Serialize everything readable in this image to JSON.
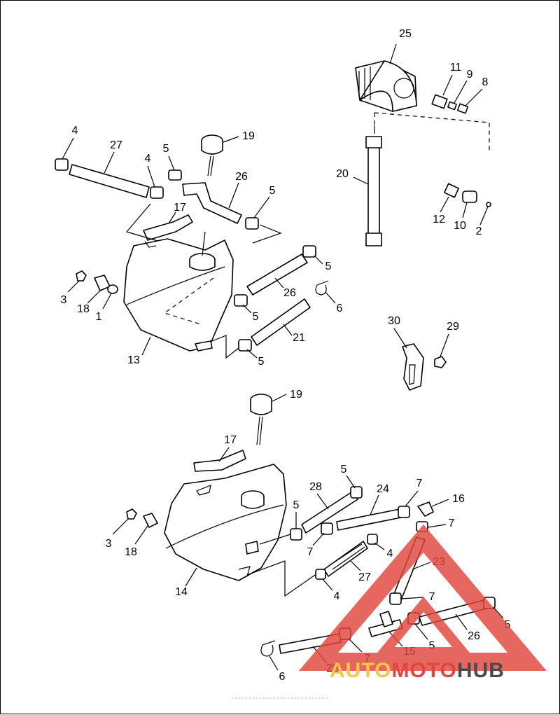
{
  "colors": {
    "line": "#000000",
    "watermark_red": "#e0463c",
    "watermark_yellow": "#f4c74a",
    "watermark_gray": "#4a4a4a"
  },
  "callouts": {
    "top": {
      "c25": "25",
      "c11": "11",
      "c9": "9",
      "c8": "8",
      "c4a": "4",
      "c27": "27",
      "c4b": "4",
      "c5a": "5",
      "c19": "19",
      "c26a": "26",
      "c5b": "5",
      "c17": "17",
      "c20": "20",
      "c12": "12",
      "c10": "10",
      "c2": "2",
      "c5c": "5",
      "c3": "3",
      "c18": "18",
      "c1": "1",
      "c26b": "26",
      "c5d": "5",
      "c6": "6",
      "c21": "21",
      "c13": "13",
      "c5e": "5",
      "c30": "30",
      "c29": "29"
    },
    "bottom": {
      "c19": "19",
      "c17": "17",
      "c5a": "5",
      "c28": "28",
      "c24": "24",
      "c7a": "7",
      "c16": "16",
      "c5b": "5",
      "c7b": "7",
      "c3": "3",
      "c18": "18",
      "c7c": "7",
      "c4a": "4",
      "c23": "23",
      "c27": "27",
      "c14": "14",
      "c4b": "4",
      "c7d": "7",
      "c5c": "5",
      "c26": "26",
      "c5d": "5",
      "c15": "15",
      "c7e": "7",
      "c6": "6",
      "c22": "22"
    }
  },
  "watermark": {
    "part1": "AUTO",
    "part2": "MOTO",
    "part3": "HUB"
  }
}
